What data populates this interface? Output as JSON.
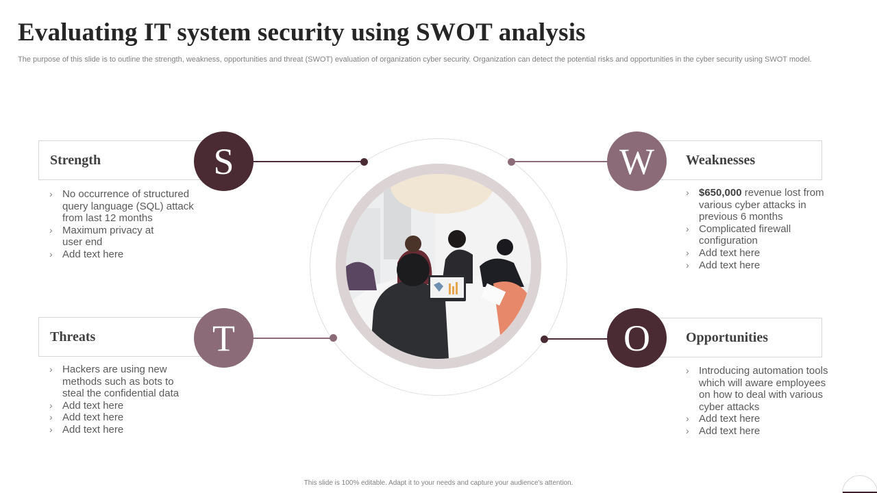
{
  "slide": {
    "title": "Evaluating IT system security using SWOT analysis",
    "subtitle": "The purpose of this slide is to outline the strength, weakness, opportunities and threat (SWOT) evaluation of organization cyber security. Organization can detect the potential risks and opportunities in the cyber security using SWOT model.",
    "footer": "This slide is 100% editable. Adapt it to your needs and capture your audience's attention."
  },
  "colors": {
    "dark": "#4a2a33",
    "mauve": "#8c6b78",
    "inner_ring": "#dcd3d5",
    "outer_ring": "#e2dde0",
    "box_border": "#d6d6d6"
  },
  "center_image": {
    "description": "team-meeting-photo",
    "alt": "Business team meeting around a table"
  },
  "quadrants": {
    "strength": {
      "letter": "S",
      "heading": "Strength",
      "bullets": [
        "No occurrence of structured query language (SQL) attack from last 12 months",
        "Maximum privacy at user end",
        "Add text here"
      ]
    },
    "weaknesses": {
      "letter": "W",
      "heading": "Weaknesses",
      "bullets": [
        {
          "bold": "$650,000",
          "text": " revenue lost from various cyber attacks in previous 6 months"
        },
        "Complicated firewall configuration",
        "Add text here",
        "Add text here"
      ]
    },
    "threats": {
      "letter": "T",
      "heading": "Threats",
      "bullets": [
        "Hackers are using new methods such as bots to steal the confidential data",
        "Add text here",
        "Add text here",
        "Add text here"
      ]
    },
    "opportunities": {
      "letter": "O",
      "heading": "Opportunities",
      "bullets": [
        "Introducing automation tools which will aware employees on how to deal with various cyber attacks",
        "Add text here",
        "Add text here"
      ]
    }
  }
}
